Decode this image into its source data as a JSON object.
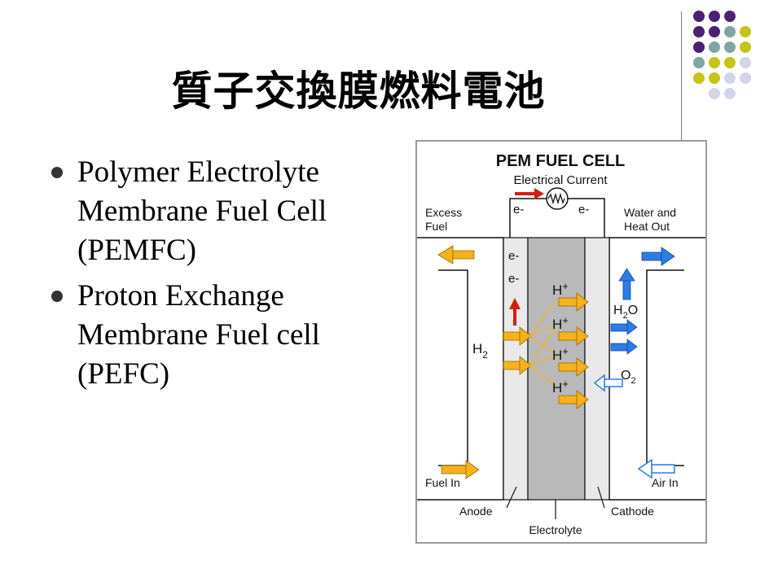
{
  "slide": {
    "title": "質子交換膜燃料電池",
    "bullets": [
      {
        "text": "Polymer Electrolyte Membrane Fuel Cell (PEMFC)"
      },
      {
        "text": "Proton Exchange Membrane Fuel cell (PEFC)"
      }
    ]
  },
  "diagram": {
    "title": "PEM FUEL CELL",
    "subtitle": "Electrical Current",
    "electron_left": "e-",
    "electron_right": "e-",
    "excess_fuel": [
      "Excess",
      "Fuel"
    ],
    "water_heat_out": [
      "Water and",
      "Heat Out"
    ],
    "electron_col": [
      "e-",
      "e-"
    ],
    "proton": "H",
    "proton_charge": "+",
    "hydrogen": "H",
    "hydrogen_sub": "2",
    "water": "H",
    "water_sub": "2",
    "water_o": "O",
    "oxygen": "O",
    "oxygen_sub": "2",
    "fuel_in": "Fuel In",
    "air_in": "Air In",
    "anode": "Anode",
    "electrolyte": "Electrolyte",
    "cathode": "Cathode"
  },
  "colors": {
    "purple": "#4b2273",
    "teal": "#7fa6a4",
    "olive": "#c5c418",
    "lavender": "#d3d3ea",
    "arrow_orange": "#f7b21a",
    "arrow_blue": "#2d7be8",
    "arrow_red": "#d41e14",
    "electrolyte_fill": "#b9b9b9",
    "electrode_fill": "#e9e9e9"
  }
}
